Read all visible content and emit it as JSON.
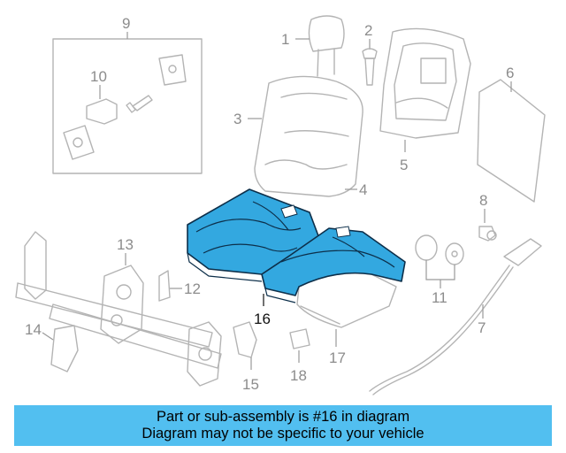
{
  "callouts": {
    "c1": "1",
    "c2": "2",
    "c3": "3",
    "c4": "4",
    "c5": "5",
    "c6": "6",
    "c7": "7",
    "c8": "8",
    "c9": "9",
    "c10": "10",
    "c11": "11",
    "c12": "12",
    "c13": "13",
    "c14": "14",
    "c15": "15",
    "c16": "16",
    "c17": "17",
    "c18": "18"
  },
  "highlight": {
    "part_number": "16",
    "color": "#33a8e0",
    "outline": "#0d2f4a"
  },
  "banner": {
    "line1": "Part or sub-assembly is #16 in diagram",
    "line2": "Diagram may not be specific to your vehicle",
    "background": "#52bff0"
  }
}
